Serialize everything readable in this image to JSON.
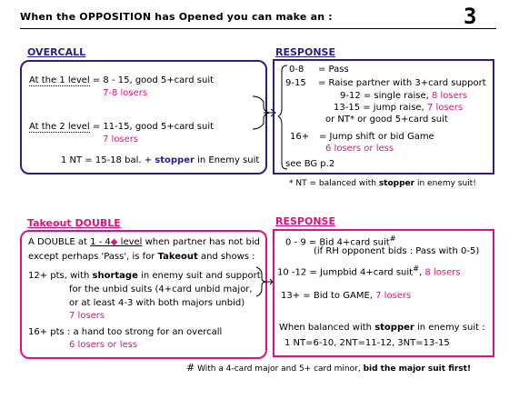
{
  "page": {
    "title": "When the OPPOSITION has Opened  you can make an :",
    "page_number": "3"
  },
  "overcall": {
    "header": "OVERCALL",
    "level1_label": "At the 1 level",
    "level1_text": " = 8 - 15, good 5+card suit",
    "level1_losers": "7-8 losers",
    "level2_label": "At the 2 level",
    "level2_text": " = 11-15, good 5+card suit",
    "level2_losers": "7 losers",
    "nt_prefix": "1 NT = 15-18 bal. + ",
    "nt_stopper": "stopper",
    "nt_suffix": " in Enemy suit"
  },
  "response1": {
    "header": "RESPONSE",
    "l1_pts": "0-8",
    "l1_text": "=  Pass",
    "l2_pts": "9-15",
    "l2_text": "=  Raise partner with 3+card support",
    "l3_text": "9-12 = single raise, ",
    "l3_losers": "8 losers",
    "l4_text": "13-15 = jump raise, ",
    "l4_losers": "7 losers",
    "l5_text": "or NT* or good 5+card suit",
    "l6_pts": "16+",
    "l6_text": "=  Jump shift or bid Game",
    "l7_losers": "6 losers or less",
    "l8_text": "see BG p.2",
    "footnote_prefix": "* NT = balanced with ",
    "footnote_stopper": "stopper",
    "footnote_suffix": " in enemy suit!"
  },
  "takeout": {
    "header": "Takeout DOUBLE",
    "l1_a": "A DOUBLE at ",
    "l1_level": "1 - 4",
    "l1_diamond": "◆",
    "l1_level2": " level",
    "l1_b": " when partner has not bid",
    "l2_a": "except perhaps 'Pass', is for ",
    "l2_takeout": "Takeout",
    "l2_b": " and shows :",
    "l3_a": "12+ pts, with ",
    "l3_shortage": "shortage",
    "l3_b": " in enemy suit and support",
    "l4": "for the unbid suits (4+card unbid major,",
    "l5": "or at least 4-3 with both majors unbid)",
    "l6_losers": "7 losers",
    "l7": "16+ pts : a hand too strong for an overcall",
    "l8_losers": "6 losers or less"
  },
  "response2": {
    "header": "RESPONSE",
    "l1_a": "0 - 9 = Bid 4+card suit",
    "l1_hash": "#",
    "l2": "(if RH opponent bids : Pass with 0-5)",
    "l3_a": "10 -12 = Jumpbid 4+card suit",
    "l3_hash": "#",
    "l3_b": ", ",
    "l3_losers": "8 losers",
    "l4_a": "13+    = Bid to GAME, ",
    "l4_losers": "7 losers",
    "l5_a": "When balanced with ",
    "l5_stopper": "stopper",
    "l5_b": " in enemy suit :",
    "l6": "1 NT=6-10,   2NT=11-12,     3NT=13-15",
    "footnote_hash": "#",
    "footnote_a": " With a 4-card major and 5+ card minor, ",
    "footnote_b": "bid the major suit first!"
  },
  "colors": {
    "accent": "#e0117f",
    "navy": "#2a1f82"
  }
}
